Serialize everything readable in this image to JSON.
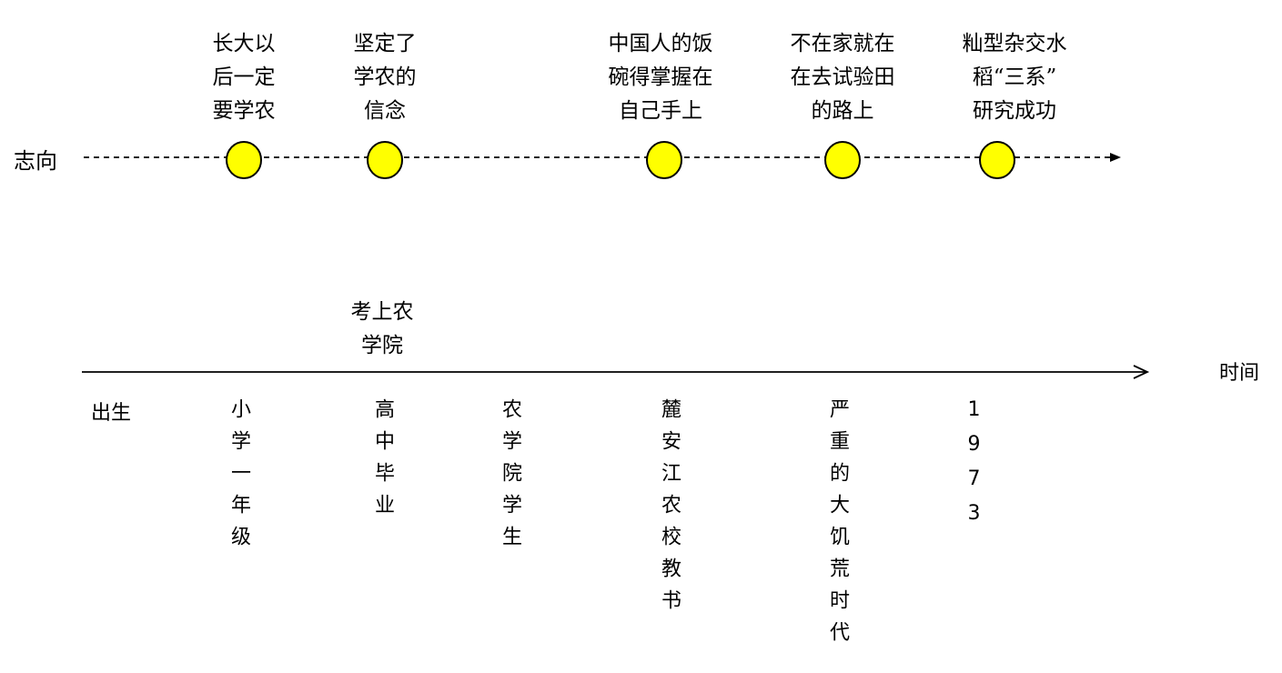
{
  "aspiration_label": "志向",
  "time_label": "时间",
  "milestones": [
    {
      "lines": [
        "长大以",
        "后一定",
        "要学农"
      ]
    },
    {
      "lines": [
        "坚定了",
        "学农的",
        "信念"
      ]
    },
    {
      "lines": [
        "中国人的饭",
        "碗得掌握在",
        "自己手上"
      ]
    },
    {
      "lines": [
        "不在家就在",
        "在去试验田",
        "的路上"
      ]
    },
    {
      "lines": [
        "籼型杂交水",
        "稻“三系”",
        "研究成功"
      ]
    }
  ],
  "above_axis_event": {
    "lines": [
      "考上农",
      "学院"
    ]
  },
  "stages": [
    {
      "text": "出生"
    },
    {
      "text": "小学一年级"
    },
    {
      "text": "高中毕业"
    },
    {
      "text": "农学院学生"
    },
    {
      "text": "麓安江农校教书"
    },
    {
      "text": "严重的大饥荒时代"
    },
    {
      "text": "1973"
    }
  ],
  "colors": {
    "node_fill": "#FFFF00",
    "line": "#000000"
  }
}
